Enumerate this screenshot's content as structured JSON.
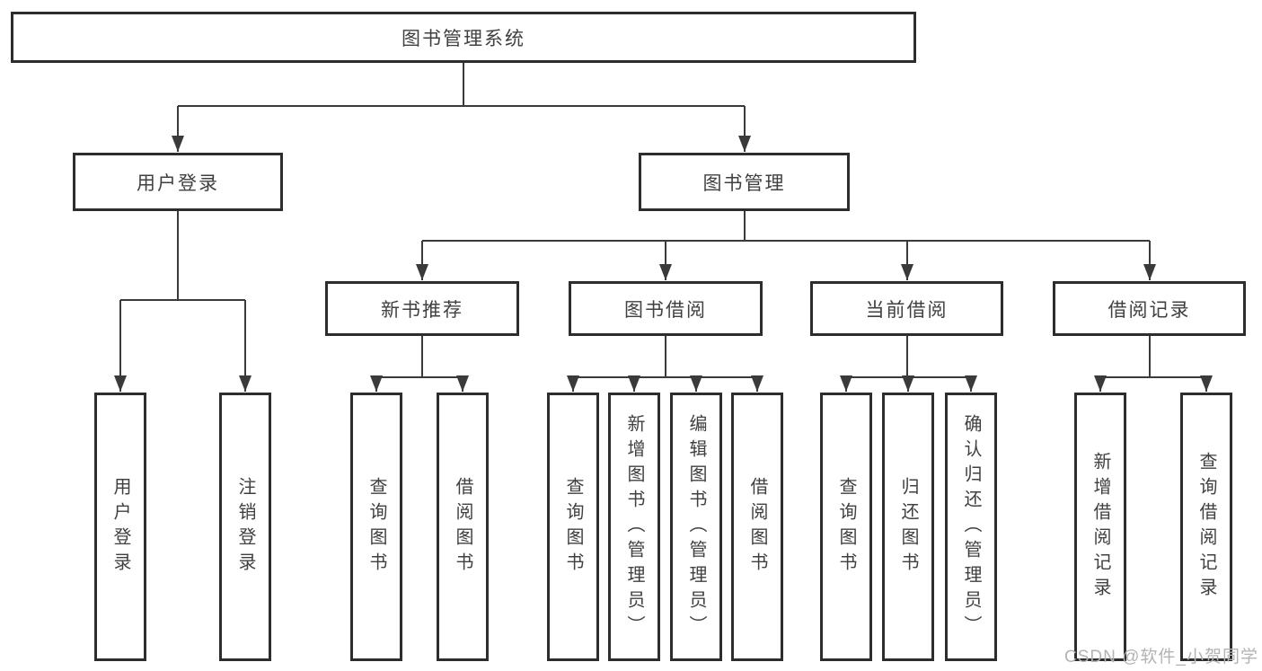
{
  "diagram": {
    "type": "hierarchy-tree",
    "root": {
      "label": "图书管理系统"
    },
    "branches": [
      {
        "label": "用户登录",
        "children": [
          {
            "label": "用户登录"
          },
          {
            "label": "注销登录"
          }
        ]
      },
      {
        "label": "图书管理",
        "children": [
          {
            "label": "新书推荐",
            "children": [
              {
                "label": "查询图书"
              },
              {
                "label": "借阅图书"
              }
            ]
          },
          {
            "label": "图书借阅",
            "children": [
              {
                "label": "查询图书"
              },
              {
                "label": "新增图书（管理员）"
              },
              {
                "label": "编辑图书（管理员）"
              },
              {
                "label": "借阅图书"
              }
            ]
          },
          {
            "label": "当前借阅",
            "children": [
              {
                "label": "查询图书"
              },
              {
                "label": "归还图书"
              },
              {
                "label": "确认归还（管理员）"
              }
            ]
          },
          {
            "label": "借阅记录",
            "children": [
              {
                "label": "新增借阅记录"
              },
              {
                "label": "查询借阅记录"
              }
            ]
          }
        ]
      }
    ],
    "watermark": "CSDN @软件_小贺同学",
    "colors": {
      "line": "#3a3a3a",
      "border": "#2d2d2d",
      "text": "#404040",
      "box_fill": "#ffffff",
      "background": "#ffffff",
      "watermark": "#b3b3b3"
    }
  }
}
